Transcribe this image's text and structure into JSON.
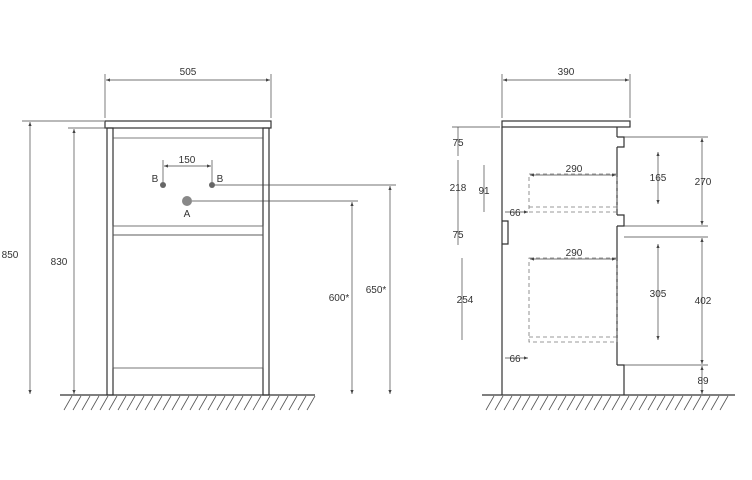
{
  "front_view": {
    "width": "505",
    "height_total": "850",
    "height_body": "830",
    "hole_spacing": "150",
    "hole_b_left": "B",
    "hole_b_right": "B",
    "hole_a": "A",
    "height_a": "600*",
    "height_b": "650*"
  },
  "side_view": {
    "depth": "390",
    "top_rail": "75",
    "upper_zone": "218",
    "drawer_top_height": "91",
    "drawer_top_offset": "66",
    "middle_rail": "75",
    "drawer_top_depth": "290",
    "drawer_bottom_depth": "290",
    "drawer_bottom_height": "254",
    "drawer_bottom_offset": "66",
    "right_upper_inner": "165",
    "right_upper": "270",
    "right_lower_inner": "305",
    "right_lower": "402",
    "plinth": "89"
  }
}
